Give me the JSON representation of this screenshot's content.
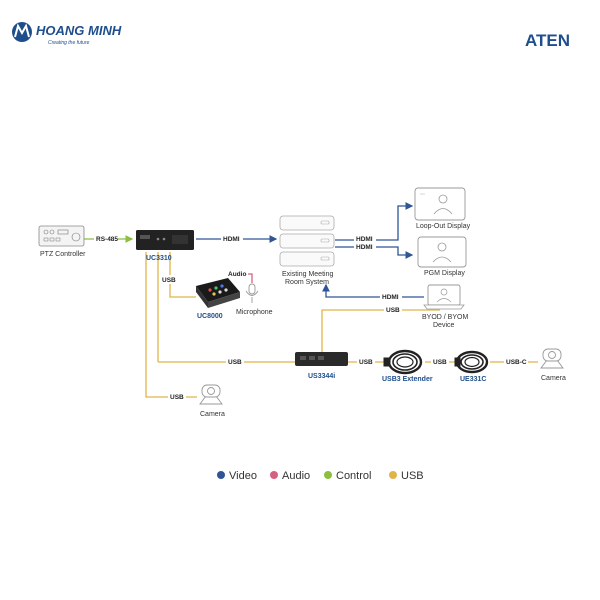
{
  "header": {
    "brand_name": "HOANG MINH",
    "brand_tagline": "Creating the future",
    "vendor_logo": "ATEN"
  },
  "colors": {
    "video": "#2f5597",
    "audio": "#d8607f",
    "control": "#8cbf3f",
    "usb": "#e0b449"
  },
  "devices": {
    "ptz_controller": "PTZ Controller",
    "uc3310": "UC3310",
    "uc8000": "UC8000",
    "microphone": "Microphone",
    "meeting_system_line1": "Existing Meeting",
    "meeting_system_line2": "Room System",
    "loop_out_display": "Loop-Out Display",
    "pgm_display": "PGM Display",
    "byod_line1": "BYOD / BYOM",
    "byod_line2": "Device",
    "us3344i": "US3344i",
    "usb3_extender": "USB3 Extender",
    "ue331c": "UE331C",
    "camera_right": "Camera",
    "camera_bottom": "Camera"
  },
  "connections": {
    "rs485": "RS-485",
    "hdmi_main": "HDMI",
    "hdmi_loop": "HDMI",
    "hdmi_pgm": "HDMI",
    "hdmi_byod": "HDMI",
    "usb_uc8000": "USB",
    "audio_mic": "Audio",
    "usb_byod": "USB",
    "usb_hub": "USB",
    "usb_ext": "USB",
    "usb_ue": "USB",
    "usbc_cam": "USB-C",
    "usb_cam_bottom": "USB"
  },
  "legend": [
    {
      "label": "Video",
      "color": "#2f5597"
    },
    {
      "label": "Audio",
      "color": "#d8607f"
    },
    {
      "label": "Control",
      "color": "#8cbf3f"
    },
    {
      "label": "USB",
      "color": "#e0b449"
    }
  ]
}
